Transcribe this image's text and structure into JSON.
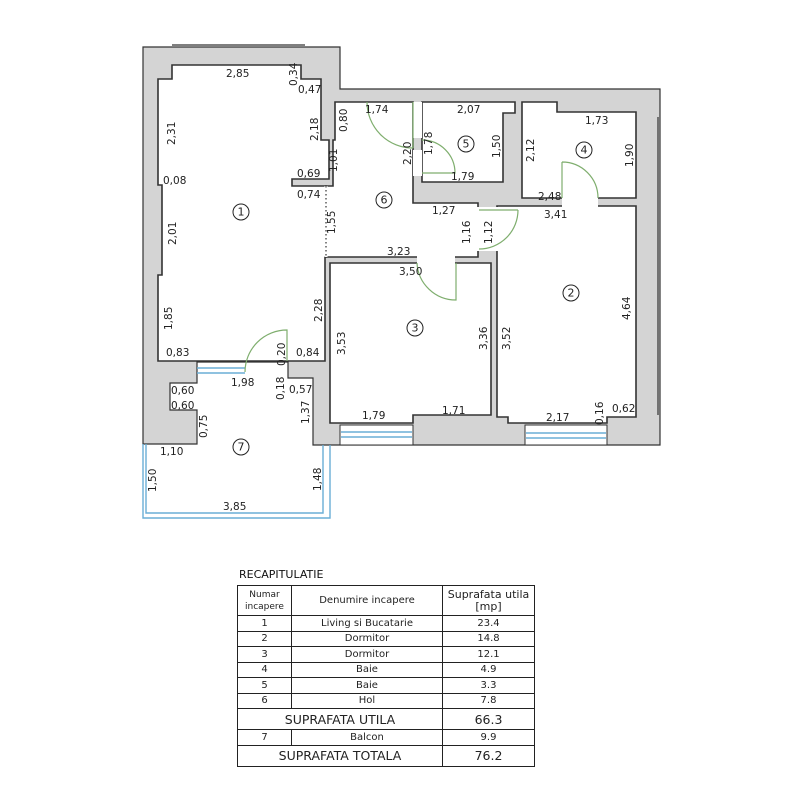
{
  "plan": {
    "rooms": [
      {
        "number": "1"
      },
      {
        "number": "2"
      },
      {
        "number": "3"
      },
      {
        "number": "4"
      },
      {
        "number": "5"
      },
      {
        "number": "6"
      },
      {
        "number": "7"
      }
    ],
    "dimensions": [
      "2,85",
      "0,34",
      "0,47",
      "2,31",
      "2,18",
      "0,80",
      "0,08",
      "0,69",
      "1,01",
      "0,74",
      "1,55",
      "2,01",
      "1,85",
      "0,83",
      "0,20",
      "0,84",
      "2,28",
      "1,98",
      "0,18",
      "0,57",
      "0,60",
      "0,60",
      "0,75",
      "1,37",
      "1,10",
      "1,50",
      "1,48",
      "3,85",
      "1,74",
      "2,20",
      "1,78",
      "1,79",
      "1,27",
      "3,41",
      "1,16",
      "1,12",
      "3,23",
      "3,50",
      "2,07",
      "1,50",
      "1,73",
      "2,12",
      "1,90",
      "2,48",
      "3,53",
      "3,36",
      "1,79",
      "1,71",
      "3,52",
      "4,64",
      "2,17",
      "0,16",
      "0,62"
    ],
    "colors": {
      "wall": "#d4d4d4",
      "wall_line": "#333333",
      "door": "#7fae6e",
      "window": "#6aaed6"
    }
  },
  "table": {
    "title": "RECAPITULATIE",
    "headers": {
      "number": "Numar incapere",
      "name": "Denumire incapere",
      "area": "Suprafata utila [mp]"
    },
    "rows": [
      {
        "number": "1",
        "name": "Living si Bucatarie",
        "area": "23.4"
      },
      {
        "number": "2",
        "name": "Dormitor",
        "area": "14.8"
      },
      {
        "number": "3",
        "name": "Dormitor",
        "area": "12.1"
      },
      {
        "number": "4",
        "name": "Baie",
        "area": "4.9"
      },
      {
        "number": "5",
        "name": "Baie",
        "area": "3.3"
      },
      {
        "number": "6",
        "name": "Hol",
        "area": "7.8"
      }
    ],
    "subtotal": {
      "label": "SUPRAFATA UTILA",
      "area": "66.3"
    },
    "balcony": {
      "number": "7",
      "name": "Balcon",
      "area": "9.9"
    },
    "total": {
      "label": "SUPRAFATA TOTALA",
      "area": "76.2"
    }
  }
}
